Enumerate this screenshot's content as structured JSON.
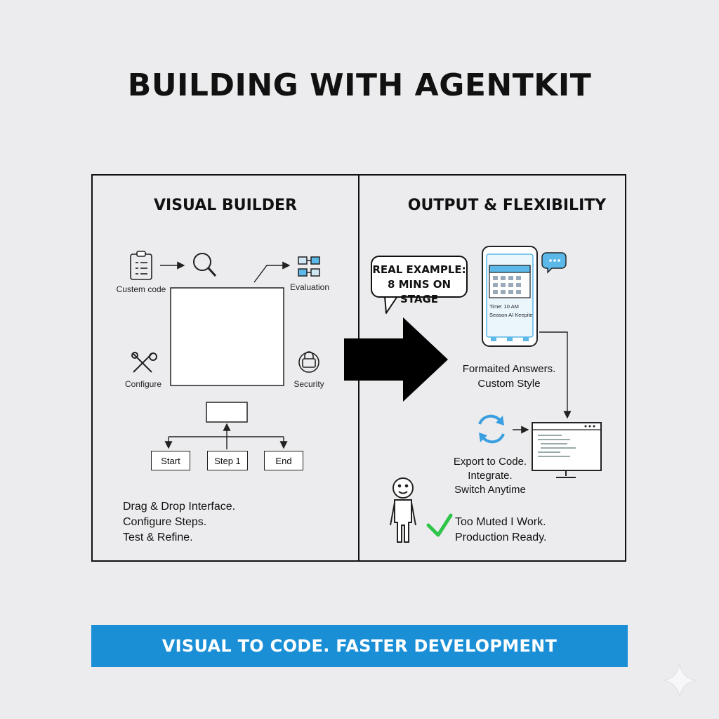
{
  "title": "BUILDING WITH AGENTKIT",
  "left_panel": {
    "title": "VISUAL BUILDER",
    "icons": {
      "custom_code": "Custem code",
      "evaluation": "Evaluation",
      "configure": "Configure",
      "security": "Security"
    },
    "flow_nodes": [
      "Start",
      "Step 1",
      "End"
    ],
    "description": [
      "Drag & Drop Interface.",
      "Configure Steps.",
      "Test & Refine."
    ]
  },
  "right_panel": {
    "title": "OUTPUT & FLEXIBILITY",
    "bubble": [
      "REAL EXAMPLE:",
      "8 MINS ON STAGE"
    ],
    "phone_text": [
      "Time: 10 AM",
      "Season AI Keepite"
    ],
    "formatted": [
      "Formaited Answers.",
      "Custom Style"
    ],
    "export": [
      "Export to Code.",
      "Integrate.",
      "Switch Anytime"
    ],
    "ready": [
      "Too Muted I Work.",
      "Production Ready."
    ]
  },
  "banner": "VISUAL TO CODE. FASTER DEVELOPMENT",
  "colors": {
    "accent": "#1a8fd6",
    "check": "#2fc44a",
    "phone_blue": "#5bb8e8"
  }
}
